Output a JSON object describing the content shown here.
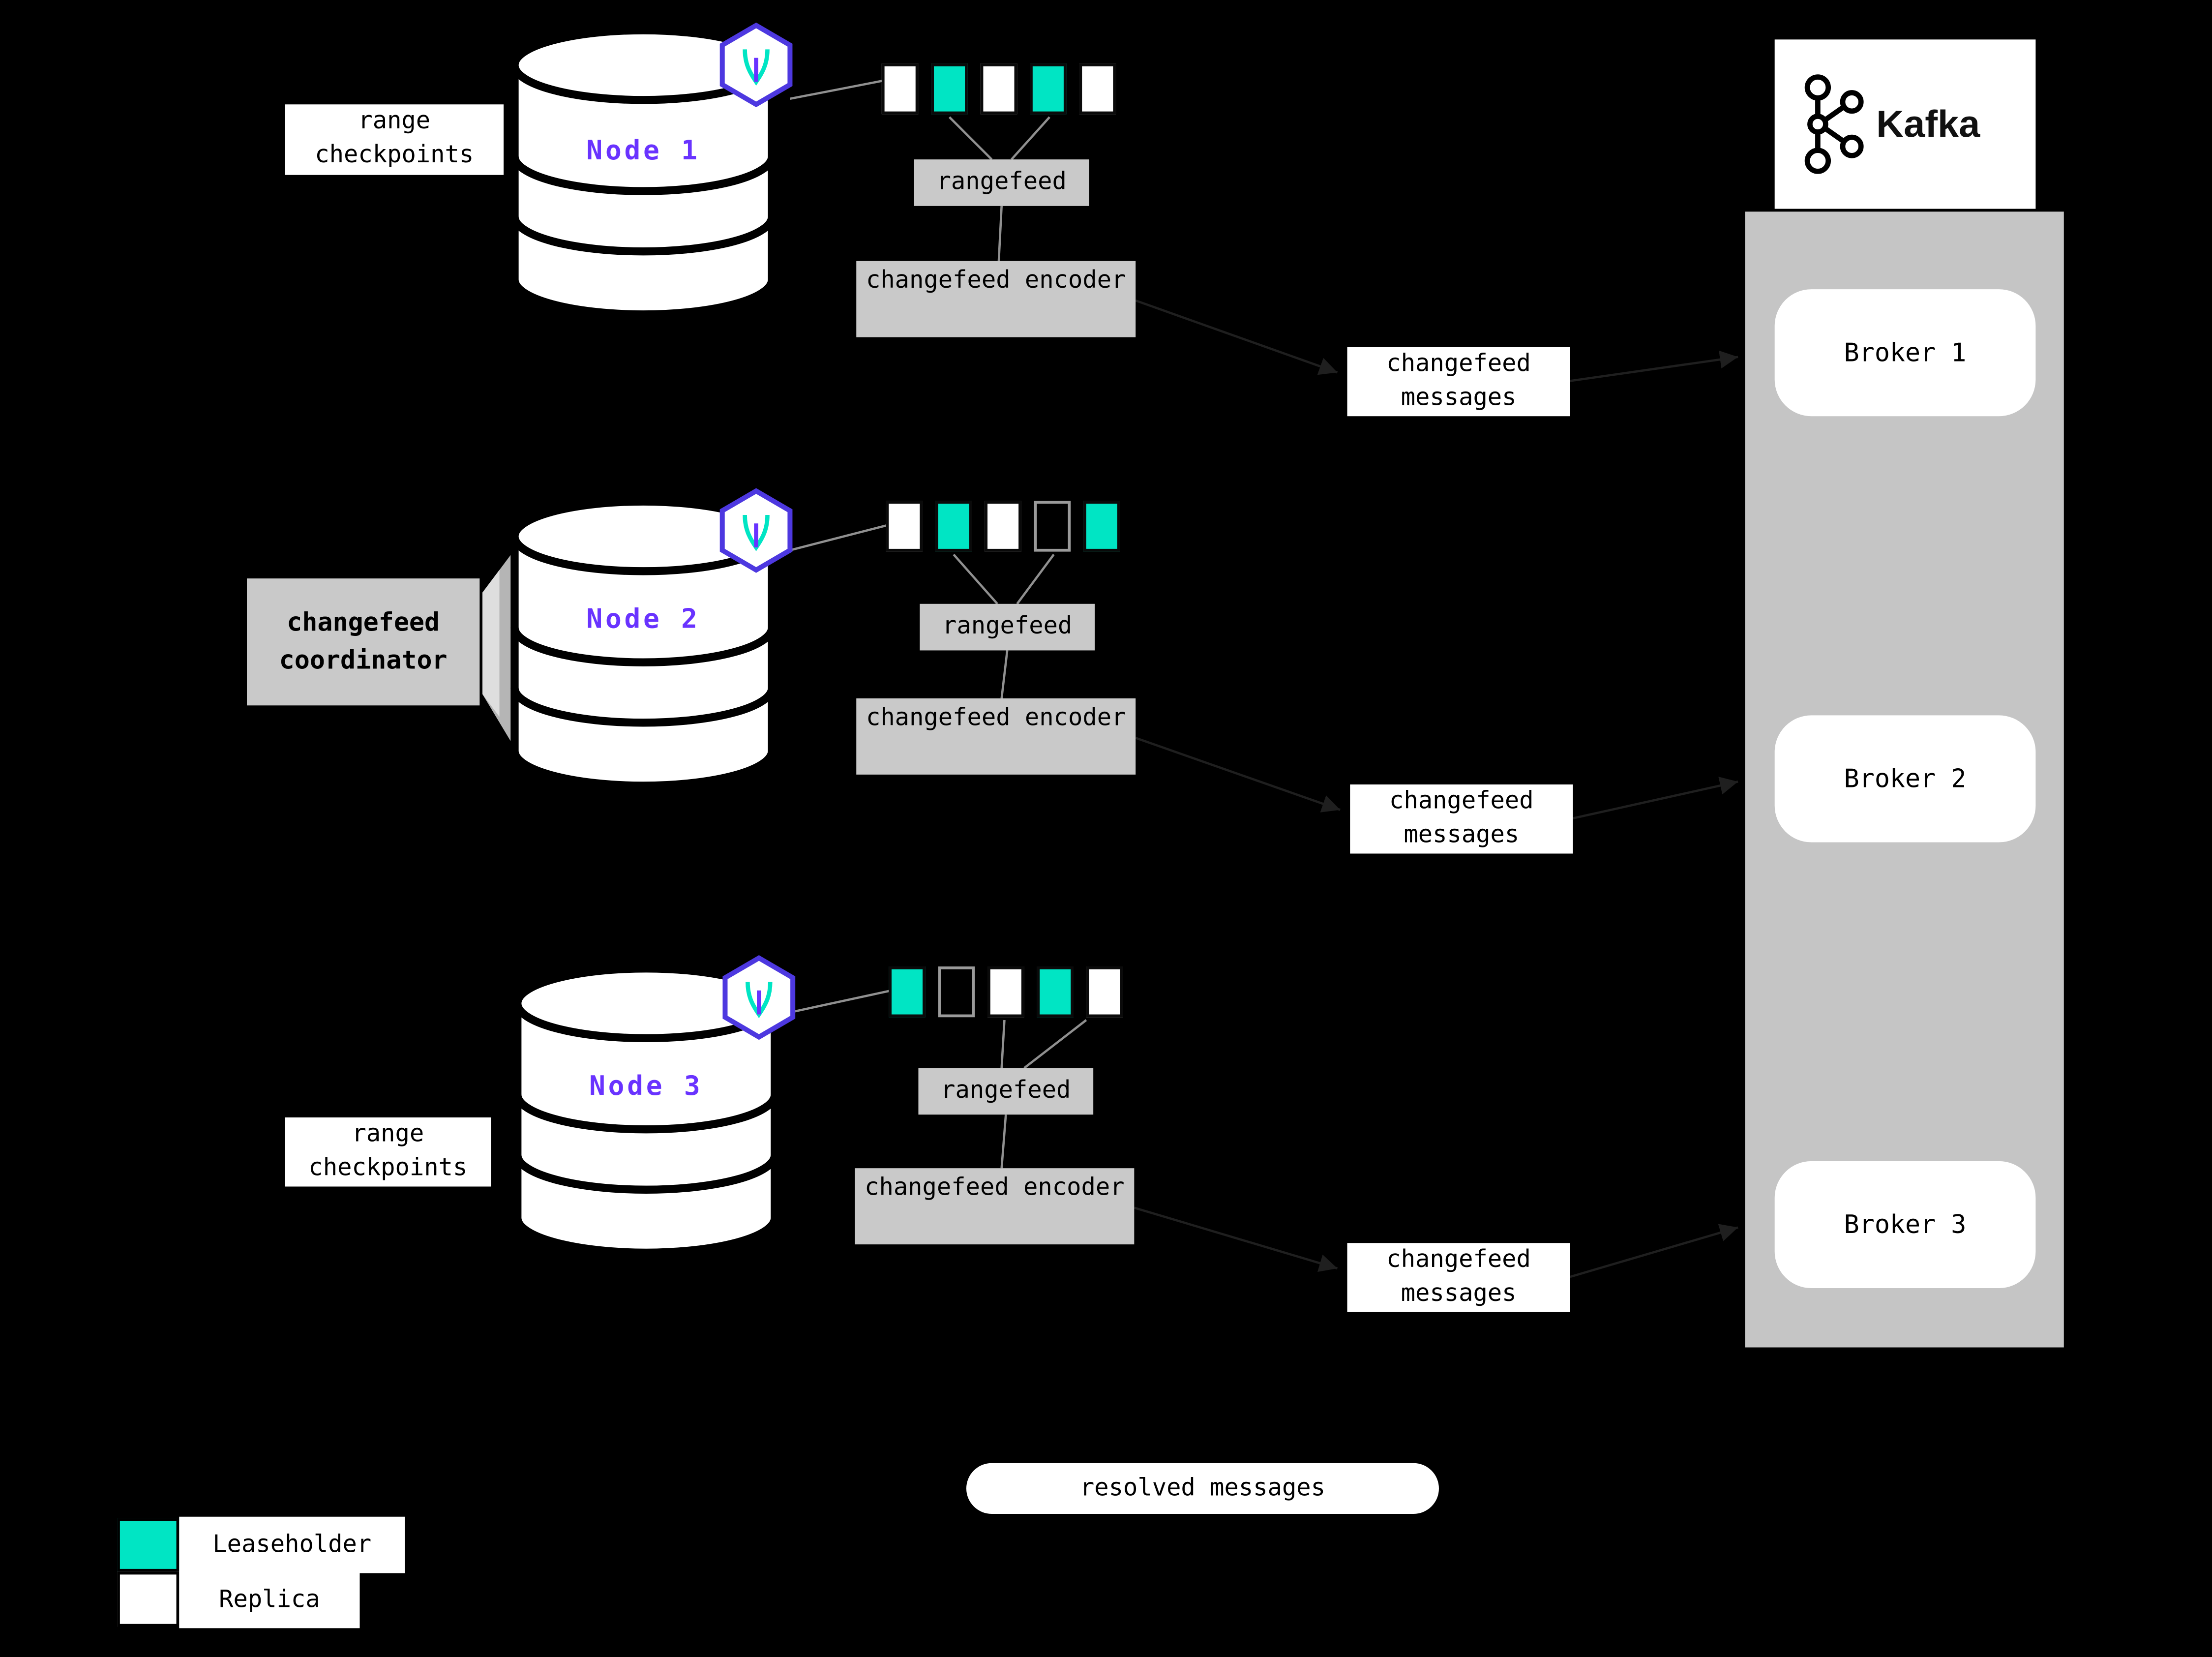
{
  "colors": {
    "teal": "#00e5c4",
    "purple": "#6933ff",
    "box_gray": "#c9c9c9",
    "panel_gray": "#c5c5c5"
  },
  "labels": {
    "range_checkpoints": "range checkpoints",
    "changefeed_coordinator": "changefeed coordinator",
    "changefeed_messages": "changefeed messages",
    "resolved_messages": "resolved messages",
    "rangefeed": "rangefeed",
    "changefeed_encoder": "changefeed encoder"
  },
  "nodes": [
    {
      "label": "Node 1",
      "ranges": [
        "replica",
        "leaseholder",
        "replica",
        "leaseholder",
        "replica"
      ]
    },
    {
      "label": "Node 2",
      "ranges": [
        "replica",
        "leaseholder",
        "replica",
        "outline",
        "leaseholder"
      ]
    },
    {
      "label": "Node 3",
      "ranges": [
        "leaseholder",
        "outline",
        "replica",
        "leaseholder",
        "replica"
      ]
    }
  ],
  "kafka": {
    "brand": "Kafka",
    "brokers": [
      "Broker 1",
      "Broker 2",
      "Broker 3"
    ]
  },
  "legend": {
    "items": [
      {
        "type": "leaseholder",
        "label": "Leaseholder"
      },
      {
        "type": "replica",
        "label": "Replica"
      }
    ]
  },
  "icons": {
    "database": "database-cylinder",
    "node_logo": "cockroachdb-logo",
    "kafka_logo": "kafka-logo"
  }
}
